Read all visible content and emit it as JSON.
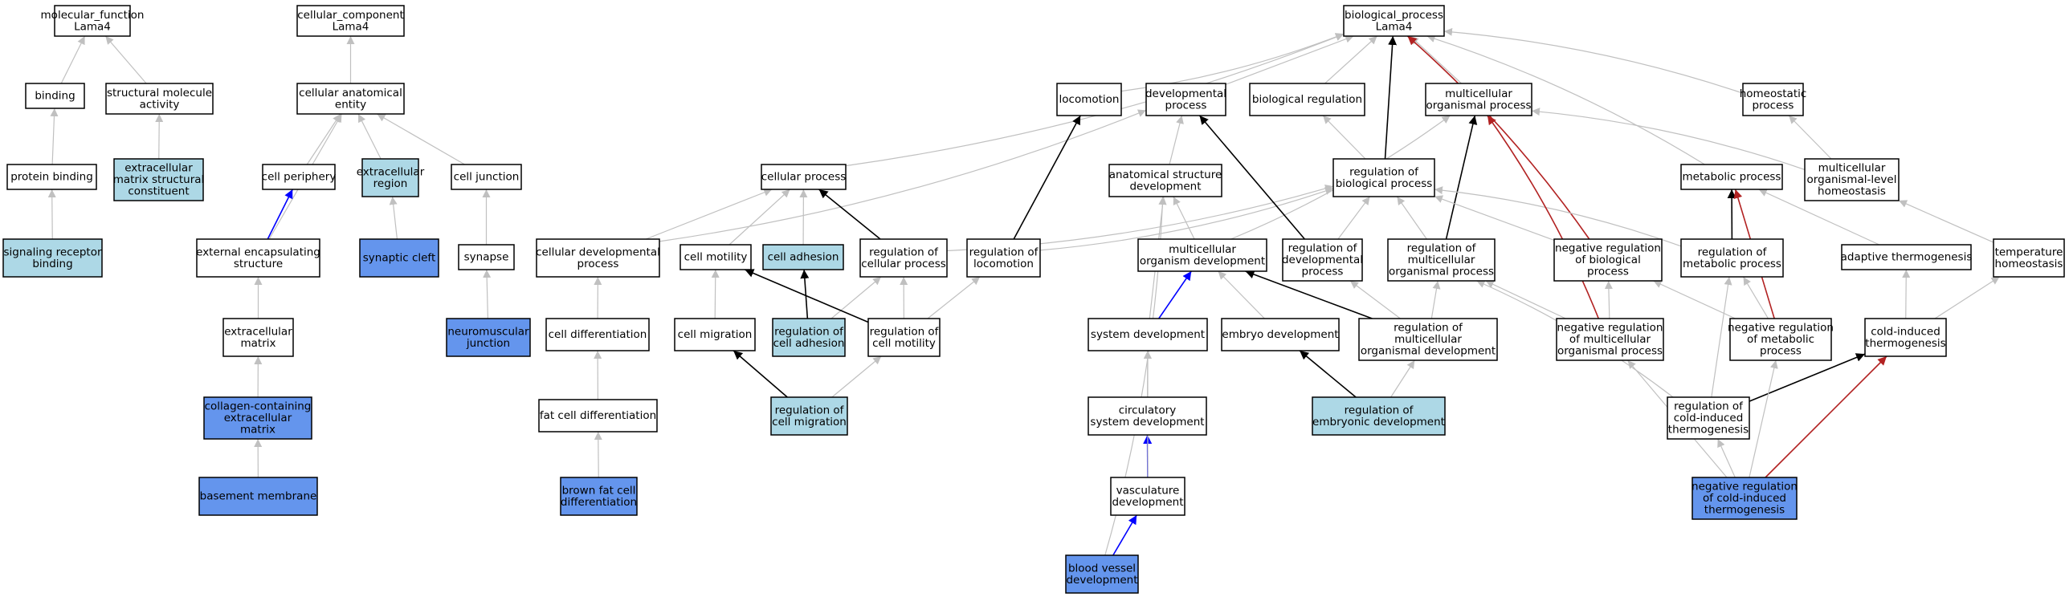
{
  "colors": {
    "default_fill": "#ffffff",
    "light_blue": "#add8e6",
    "blue": "#6495ed",
    "edge_gray": "#c0c0c0",
    "edge_black": "#000000",
    "edge_blue": "#0000ff",
    "edge_red": "#b22222"
  },
  "nodes": [
    {
      "id": "mf_root",
      "lines": [
        "molecular_function",
        "Lama4"
      ],
      "fill": "default"
    },
    {
      "id": "binding",
      "lines": [
        "binding"
      ],
      "fill": "default"
    },
    {
      "id": "struct_mol",
      "lines": [
        "structural molecule",
        "activity"
      ],
      "fill": "default"
    },
    {
      "id": "protein_binding",
      "lines": [
        "protein binding"
      ],
      "fill": "default"
    },
    {
      "id": "ecm_struct",
      "lines": [
        "extracellular",
        "matrix structural",
        "constituent"
      ],
      "fill": "light_blue"
    },
    {
      "id": "sig_rec",
      "lines": [
        "signaling receptor",
        "binding"
      ],
      "fill": "light_blue"
    },
    {
      "id": "cc_root",
      "lines": [
        "cellular_component",
        "Lama4"
      ],
      "fill": "default"
    },
    {
      "id": "cae",
      "lines": [
        "cellular anatomical",
        "entity"
      ],
      "fill": "default"
    },
    {
      "id": "cell_periphery",
      "lines": [
        "cell periphery"
      ],
      "fill": "default"
    },
    {
      "id": "ec_region",
      "lines": [
        "extracellular",
        "region"
      ],
      "fill": "light_blue"
    },
    {
      "id": "cell_junction",
      "lines": [
        "cell junction"
      ],
      "fill": "default"
    },
    {
      "id": "ext_encaps",
      "lines": [
        "external encapsulating",
        "structure"
      ],
      "fill": "default"
    },
    {
      "id": "syn_cleft",
      "lines": [
        "synaptic cleft"
      ],
      "fill": "blue"
    },
    {
      "id": "synapse",
      "lines": [
        "synapse"
      ],
      "fill": "default"
    },
    {
      "id": "ecm",
      "lines": [
        "extracellular",
        "matrix"
      ],
      "fill": "default"
    },
    {
      "id": "nmj",
      "lines": [
        "neuromuscular",
        "junction"
      ],
      "fill": "blue"
    },
    {
      "id": "collagen_ecm",
      "lines": [
        "collagen-containing",
        "extracellular",
        "matrix"
      ],
      "fill": "blue"
    },
    {
      "id": "basement",
      "lines": [
        "basement membrane"
      ],
      "fill": "blue"
    },
    {
      "id": "bp_root",
      "lines": [
        "biological_process",
        "Lama4"
      ],
      "fill": "default"
    },
    {
      "id": "locomotion",
      "lines": [
        "locomotion"
      ],
      "fill": "default"
    },
    {
      "id": "dev_proc",
      "lines": [
        "developmental",
        "process"
      ],
      "fill": "default"
    },
    {
      "id": "bio_reg",
      "lines": [
        "biological regulation"
      ],
      "fill": "default"
    },
    {
      "id": "multi_proc",
      "lines": [
        "multicellular",
        "organismal process"
      ],
      "fill": "default"
    },
    {
      "id": "homeo_proc",
      "lines": [
        "homeostatic",
        "process"
      ],
      "fill": "default"
    },
    {
      "id": "cell_proc",
      "lines": [
        "cellular process"
      ],
      "fill": "default"
    },
    {
      "id": "anat_dev",
      "lines": [
        "anatomical structure",
        "development"
      ],
      "fill": "default"
    },
    {
      "id": "reg_bio",
      "lines": [
        "regulation of",
        "biological process"
      ],
      "fill": "default"
    },
    {
      "id": "metab",
      "lines": [
        "metabolic process"
      ],
      "fill": "default"
    },
    {
      "id": "multi_homeo",
      "lines": [
        "multicellular",
        "organismal-level",
        "homeostasis"
      ],
      "fill": "default"
    },
    {
      "id": "cell_dev_proc",
      "lines": [
        "cellular developmental",
        "process"
      ],
      "fill": "default"
    },
    {
      "id": "cell_motility",
      "lines": [
        "cell motility"
      ],
      "fill": "default"
    },
    {
      "id": "cell_adhesion",
      "lines": [
        "cell adhesion"
      ],
      "fill": "light_blue"
    },
    {
      "id": "reg_cell_proc",
      "lines": [
        "regulation of",
        "cellular process"
      ],
      "fill": "default"
    },
    {
      "id": "reg_loco",
      "lines": [
        "regulation of",
        "locomotion"
      ],
      "fill": "default"
    },
    {
      "id": "multi_org_dev",
      "lines": [
        "multicellular",
        "organism development"
      ],
      "fill": "default"
    },
    {
      "id": "reg_dev_proc",
      "lines": [
        "regulation of",
        "developmental",
        "process"
      ],
      "fill": "default"
    },
    {
      "id": "reg_multi_proc",
      "lines": [
        "regulation of",
        "multicellular",
        "organismal process"
      ],
      "fill": "default"
    },
    {
      "id": "neg_reg_bio",
      "lines": [
        "negative regulation",
        "of biological",
        "process"
      ],
      "fill": "default"
    },
    {
      "id": "reg_metab",
      "lines": [
        "regulation of",
        "metabolic process"
      ],
      "fill": "default"
    },
    {
      "id": "adapt_thermo",
      "lines": [
        "adaptive thermogenesis"
      ],
      "fill": "default"
    },
    {
      "id": "temp_homeo",
      "lines": [
        "temperature",
        "homeostasis"
      ],
      "fill": "default"
    },
    {
      "id": "cell_diff",
      "lines": [
        "cell differentiation"
      ],
      "fill": "default"
    },
    {
      "id": "cell_migration",
      "lines": [
        "cell migration"
      ],
      "fill": "default"
    },
    {
      "id": "reg_cell_adh",
      "lines": [
        "regulation of",
        "cell adhesion"
      ],
      "fill": "light_blue"
    },
    {
      "id": "reg_cell_mot",
      "lines": [
        "regulation of",
        "cell motility"
      ],
      "fill": "default"
    },
    {
      "id": "sys_dev",
      "lines": [
        "system development"
      ],
      "fill": "default"
    },
    {
      "id": "embryo_dev",
      "lines": [
        "embryo development"
      ],
      "fill": "default"
    },
    {
      "id": "reg_multi_dev",
      "lines": [
        "regulation of",
        "multicellular",
        "organismal development"
      ],
      "fill": "default"
    },
    {
      "id": "neg_reg_multi",
      "lines": [
        "negative regulation",
        "of multicellular",
        "organismal process"
      ],
      "fill": "default"
    },
    {
      "id": "neg_reg_metab",
      "lines": [
        "negative regulation",
        "of metabolic",
        "process"
      ],
      "fill": "default"
    },
    {
      "id": "cold_thermo",
      "lines": [
        "cold-induced",
        "thermogenesis"
      ],
      "fill": "default"
    },
    {
      "id": "fat_diff",
      "lines": [
        "fat cell differentiation"
      ],
      "fill": "default"
    },
    {
      "id": "reg_cell_mig",
      "lines": [
        "regulation of",
        "cell migration"
      ],
      "fill": "light_blue"
    },
    {
      "id": "circ_dev",
      "lines": [
        "circulatory",
        "system development"
      ],
      "fill": "default"
    },
    {
      "id": "reg_emb_dev",
      "lines": [
        "regulation of",
        "embryonic development"
      ],
      "fill": "light_blue"
    },
    {
      "id": "reg_cold",
      "lines": [
        "regulation of",
        "cold-induced",
        "thermogenesis"
      ],
      "fill": "default"
    },
    {
      "id": "brown_fat",
      "lines": [
        "brown fat cell",
        "differentiation"
      ],
      "fill": "blue"
    },
    {
      "id": "vasc_dev",
      "lines": [
        "vasculature",
        "development"
      ],
      "fill": "default"
    },
    {
      "id": "neg_reg_cold",
      "lines": [
        "negative regulation",
        "of cold-induced",
        "thermogenesis"
      ],
      "fill": "blue"
    },
    {
      "id": "blood_vessel",
      "lines": [
        "blood vessel",
        "development"
      ],
      "fill": "blue"
    }
  ],
  "edges": [
    [
      "binding",
      "mf_root",
      "gray"
    ],
    [
      "struct_mol",
      "mf_root",
      "gray"
    ],
    [
      "protein_binding",
      "binding",
      "gray"
    ],
    [
      "ecm_struct",
      "struct_mol",
      "gray"
    ],
    [
      "sig_rec",
      "protein_binding",
      "gray"
    ],
    [
      "cae",
      "cc_root",
      "gray"
    ],
    [
      "cell_periphery",
      "cae",
      "gray"
    ],
    [
      "ec_region",
      "cae",
      "gray"
    ],
    [
      "cell_junction",
      "cae",
      "gray"
    ],
    [
      "ext_encaps",
      "cae",
      "gray"
    ],
    [
      "ext_encaps",
      "cell_periphery",
      "blue"
    ],
    [
      "syn_cleft",
      "ec_region",
      "gray"
    ],
    [
      "synapse",
      "cell_junction",
      "gray"
    ],
    [
      "ecm",
      "ext_encaps",
      "gray"
    ],
    [
      "nmj",
      "synapse",
      "gray"
    ],
    [
      "collagen_ecm",
      "ecm",
      "gray"
    ],
    [
      "basement",
      "collagen_ecm",
      "gray"
    ],
    [
      "locomotion",
      "bp_root",
      "gray"
    ],
    [
      "dev_proc",
      "bp_root",
      "gray"
    ],
    [
      "bio_reg",
      "bp_root",
      "gray"
    ],
    [
      "multi_proc",
      "bp_root",
      "gray"
    ],
    [
      "homeo_proc",
      "bp_root",
      "gray"
    ],
    [
      "cell_proc",
      "bp_root",
      "gray"
    ],
    [
      "metab",
      "bp_root",
      "gray"
    ],
    [
      "reg_bio",
      "bp_root",
      "black"
    ],
    [
      "neg_reg_bio",
      "bp_root",
      "red"
    ],
    [
      "anat_dev",
      "dev_proc",
      "gray"
    ],
    [
      "reg_bio",
      "bio_reg",
      "gray"
    ],
    [
      "multi_homeo",
      "homeo_proc",
      "gray"
    ],
    [
      "multi_homeo",
      "multi_proc",
      "gray"
    ],
    [
      "cell_dev_proc",
      "dev_proc",
      "gray"
    ],
    [
      "cell_dev_proc",
      "cell_proc",
      "gray"
    ],
    [
      "cell_motility",
      "cell_proc",
      "gray"
    ],
    [
      "cell_adhesion",
      "cell_proc",
      "gray"
    ],
    [
      "reg_cell_proc",
      "cell_proc",
      "black"
    ],
    [
      "reg_cell_proc",
      "reg_bio",
      "gray"
    ],
    [
      "reg_loco",
      "locomotion",
      "black"
    ],
    [
      "reg_loco",
      "reg_bio",
      "gray"
    ],
    [
      "multi_org_dev",
      "anat_dev",
      "gray"
    ],
    [
      "multi_org_dev",
      "multi_proc",
      "gray"
    ],
    [
      "reg_dev_proc",
      "dev_proc",
      "black"
    ],
    [
      "reg_dev_proc",
      "reg_bio",
      "gray"
    ],
    [
      "reg_multi_proc",
      "multi_proc",
      "black"
    ],
    [
      "reg_multi_proc",
      "reg_bio",
      "gray"
    ],
    [
      "neg_reg_bio",
      "reg_bio",
      "gray"
    ],
    [
      "reg_metab",
      "metab",
      "black"
    ],
    [
      "reg_metab",
      "reg_bio",
      "gray"
    ],
    [
      "adapt_thermo",
      "metab",
      "gray"
    ],
    [
      "temp_homeo",
      "multi_homeo",
      "gray"
    ],
    [
      "cell_diff",
      "cell_dev_proc",
      "gray"
    ],
    [
      "cell_migration",
      "cell_motility",
      "gray"
    ],
    [
      "reg_cell_adh",
      "cell_adhesion",
      "black"
    ],
    [
      "reg_cell_adh",
      "reg_cell_proc",
      "gray"
    ],
    [
      "reg_cell_mot",
      "cell_motility",
      "black"
    ],
    [
      "reg_cell_mot",
      "reg_cell_proc",
      "gray"
    ],
    [
      "reg_cell_mot",
      "reg_loco",
      "gray"
    ],
    [
      "sys_dev",
      "multi_org_dev",
      "blue"
    ],
    [
      "sys_dev",
      "anat_dev",
      "gray"
    ],
    [
      "embryo_dev",
      "multi_org_dev",
      "gray"
    ],
    [
      "reg_multi_dev",
      "multi_org_dev",
      "black"
    ],
    [
      "reg_multi_dev",
      "reg_dev_proc",
      "gray"
    ],
    [
      "reg_multi_dev",
      "reg_multi_proc",
      "gray"
    ],
    [
      "neg_reg_multi",
      "reg_multi_proc",
      "gray"
    ],
    [
      "neg_reg_multi",
      "neg_reg_bio",
      "gray"
    ],
    [
      "neg_reg_multi",
      "multi_proc",
      "red"
    ],
    [
      "neg_reg_metab",
      "reg_metab",
      "gray"
    ],
    [
      "neg_reg_metab",
      "neg_reg_bio",
      "gray"
    ],
    [
      "neg_reg_metab",
      "metab",
      "red"
    ],
    [
      "cold_thermo",
      "adapt_thermo",
      "gray"
    ],
    [
      "cold_thermo",
      "temp_homeo",
      "gray"
    ],
    [
      "fat_diff",
      "cell_diff",
      "gray"
    ],
    [
      "reg_cell_mig",
      "cell_migration",
      "black"
    ],
    [
      "reg_cell_mig",
      "reg_cell_mot",
      "gray"
    ],
    [
      "circ_dev",
      "sys_dev",
      "gray"
    ],
    [
      "reg_emb_dev",
      "embryo_dev",
      "black"
    ],
    [
      "reg_emb_dev",
      "reg_multi_dev",
      "gray"
    ],
    [
      "reg_cold",
      "cold_thermo",
      "black"
    ],
    [
      "reg_cold",
      "reg_metab",
      "gray"
    ],
    [
      "reg_cold",
      "reg_multi_proc",
      "gray"
    ],
    [
      "brown_fat",
      "fat_diff",
      "gray"
    ],
    [
      "vasc_dev",
      "circ_dev",
      "blue"
    ],
    [
      "vasc_dev",
      "sys_dev",
      "gray"
    ],
    [
      "neg_reg_cold",
      "reg_cold",
      "gray"
    ],
    [
      "neg_reg_cold",
      "neg_reg_multi",
      "gray"
    ],
    [
      "neg_reg_cold",
      "neg_reg_metab",
      "gray"
    ],
    [
      "neg_reg_cold",
      "cold_thermo",
      "red"
    ],
    [
      "blood_vessel",
      "vasc_dev",
      "blue"
    ],
    [
      "blood_vessel",
      "anat_dev",
      "gray"
    ]
  ]
}
